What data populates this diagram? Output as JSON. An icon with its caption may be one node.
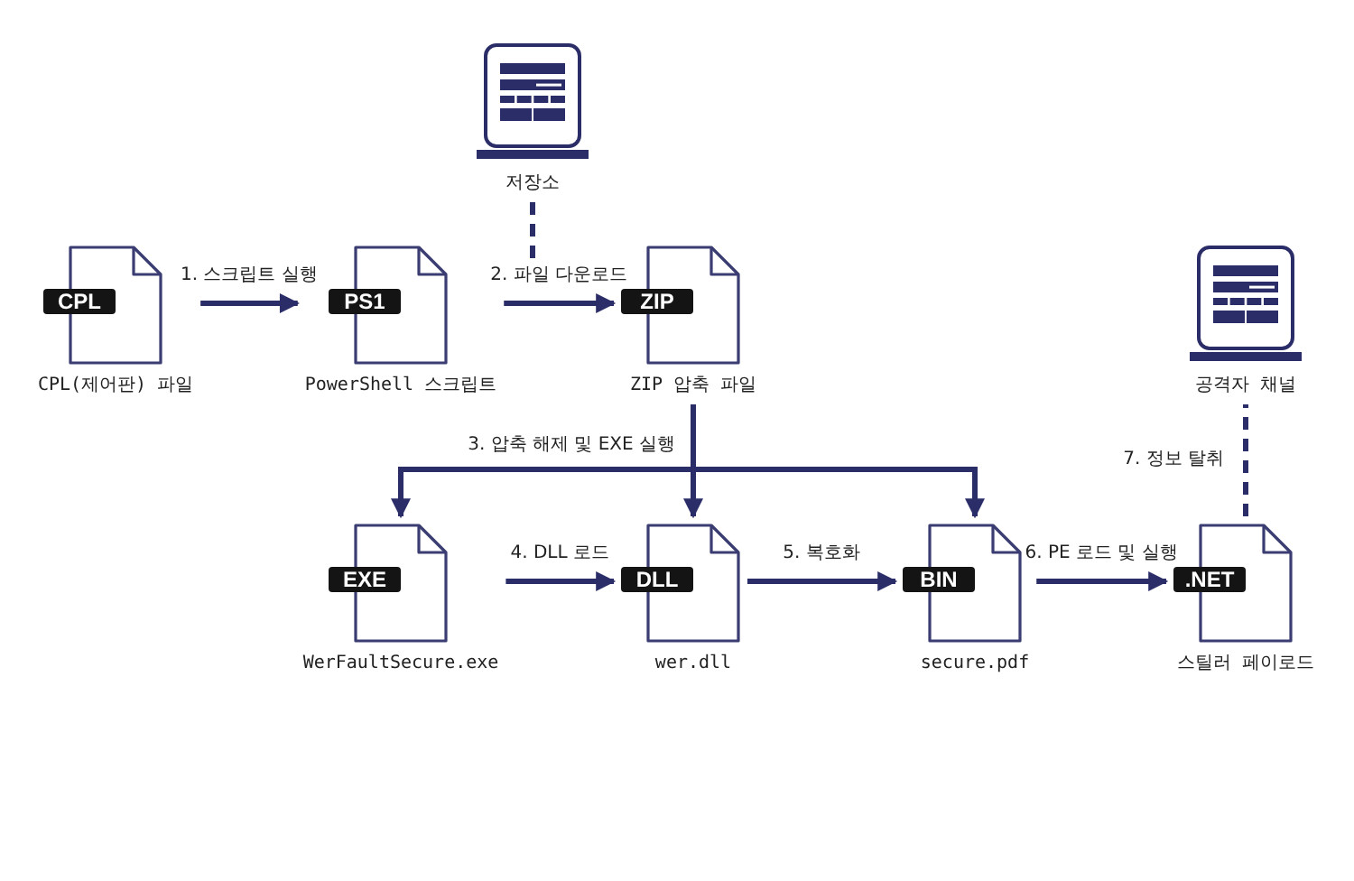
{
  "diagram": {
    "nodes": [
      {
        "text": [
          "저장소"
        ]
      },
      {
        "text": [
          "CPL",
          "CPL(제어판) 파일"
        ]
      },
      {
        "text": [
          "PS1",
          "PowerShell 스크립트"
        ]
      },
      {
        "text": [
          "ZIP",
          "ZIP 압축 파일"
        ]
      },
      {
        "text": [
          "공격자 채널"
        ]
      },
      {
        "text": [
          "EXE",
          "WerFaultSecure.exe"
        ]
      },
      {
        "text": [
          "DLL",
          "wer.dll"
        ]
      },
      {
        "text": [
          "BIN",
          "secure.pdf"
        ]
      },
      {
        "text": [
          ".NET",
          "스틸러 페이로드"
        ]
      }
    ],
    "edges": [
      {
        "from": 1,
        "to": 2,
        "arrow": "to",
        "label": "1. 스크립트 실행"
      },
      {
        "from": 2,
        "to": 3,
        "arrow": "to",
        "label": "2. 파일 다운로드"
      },
      {
        "from": 3,
        "to": 5,
        "arrow": "to",
        "label": "3. 압축 해제 및 EXE 실행"
      },
      {
        "from": 3,
        "to": 6,
        "arrow": "to"
      },
      {
        "from": 3,
        "to": 7,
        "arrow": "to"
      },
      {
        "from": 5,
        "to": 6,
        "arrow": "to",
        "label": "4. DLL 로드"
      },
      {
        "from": 6,
        "to": 7,
        "arrow": "to",
        "label": "5. 복호화"
      },
      {
        "from": 7,
        "to": 8,
        "arrow": "to",
        "label": "6. PE 로드 및 실행"
      },
      {
        "from": 8,
        "to": 4,
        "arrow": "none",
        "style": "dashed",
        "label": "7. 정보 탈취"
      },
      {
        "from": 0,
        "to": null,
        "arrow": "none",
        "style": "dashed"
      }
    ]
  }
}
